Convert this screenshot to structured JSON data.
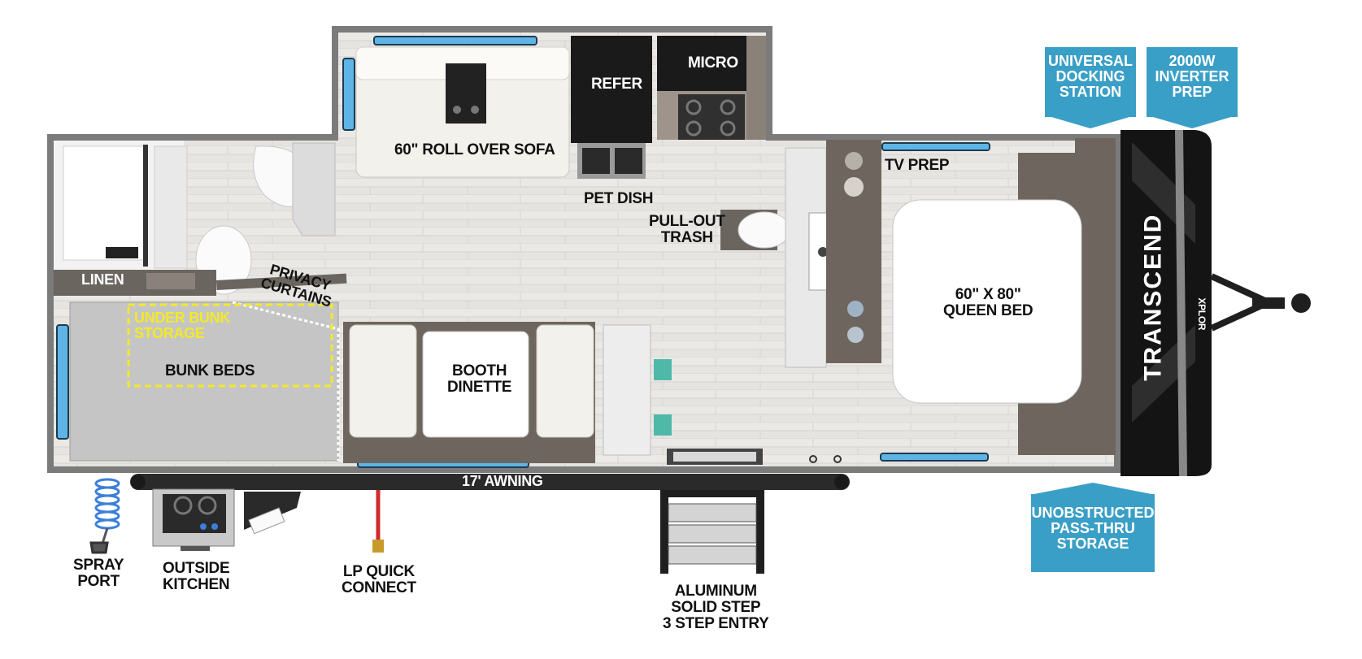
{
  "brand": {
    "name": "TRANSCEND",
    "sub": "XPLOR"
  },
  "colors": {
    "badge": "#3a9fc6",
    "wall": "#7a7a7a",
    "floor": "#e4e2df",
    "window": "#5fb4e6",
    "hose": "#3c7fd9",
    "lp_line": "#d02a2a",
    "highlight": "#f2e92a"
  },
  "labels": {
    "sofa": "60\" ROLL OVER SOFA",
    "refer": "REFER",
    "micro": "MICRO",
    "pet_dish": "PET DISH",
    "trash": [
      "PULL-OUT",
      "TRASH"
    ],
    "tv_prep": "TV PREP",
    "queen_bed": [
      "60\" x 80\"",
      "QUEEN BED"
    ],
    "linen": "LINEN",
    "privacy": [
      "PRIVACY",
      "CURTAINS"
    ],
    "under_bunk": [
      "UNDER BUNK",
      "STORAGE"
    ],
    "bunk_beds": "BUNK BEDS",
    "booth": [
      "BOOTH",
      "DINETTE"
    ],
    "awning": "17' AWNING",
    "spray_port": [
      "SPRAY",
      "PORT"
    ],
    "outside_kitchen": [
      "OUTSIDE",
      "KITCHEN"
    ],
    "lp": [
      "LP QUICK",
      "CONNECT"
    ],
    "step": [
      "ALUMINUM",
      "SOLID STEP",
      "3 STEP ENTRY"
    ]
  },
  "badges": {
    "docking": [
      "UNIVERSAL",
      "DOCKING",
      "STATION"
    ],
    "inverter": [
      "2000W",
      "INVERTER",
      "PREP"
    ],
    "storage": [
      "UNOBSTRUCTED",
      "PASS-THRU",
      "STORAGE"
    ]
  }
}
